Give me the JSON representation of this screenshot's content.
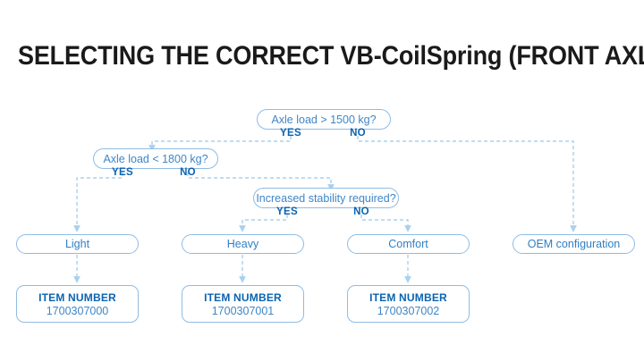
{
  "page": {
    "title": "SELECTING THE CORRECT VB-CoilSpring (FRONT AXLE)",
    "background_color": "#ffffff",
    "title_color": "#1a1a1a",
    "accent_color": "#0a63b0",
    "line_color": "#8fbce4",
    "node_text_color": "#3f86c8"
  },
  "flow": {
    "decisions": [
      {
        "id": "axle-load-1500",
        "label": "Axle load > 1500 kg?",
        "yes_label": "YES",
        "no_label": "NO"
      },
      {
        "id": "axle-load-1800",
        "label": "Axle load < 1800 kg?",
        "yes_label": "YES",
        "no_label": "NO"
      },
      {
        "id": "increased-stability",
        "label": "Increased stability required?",
        "yes_label": "YES",
        "no_label": "NO"
      }
    ],
    "results": [
      {
        "id": "light",
        "label": "Light"
      },
      {
        "id": "heavy",
        "label": "Heavy"
      },
      {
        "id": "comfort",
        "label": "Comfort"
      },
      {
        "id": "oem",
        "label": "OEM configuration"
      }
    ],
    "item_numbers": [
      {
        "id": "item-light",
        "title": "ITEM NUMBER",
        "value": "1700307000"
      },
      {
        "id": "item-heavy",
        "title": "ITEM NUMBER",
        "value": "1700307001"
      },
      {
        "id": "item-comfort",
        "title": "ITEM NUMBER",
        "value": "1700307002"
      }
    ]
  }
}
